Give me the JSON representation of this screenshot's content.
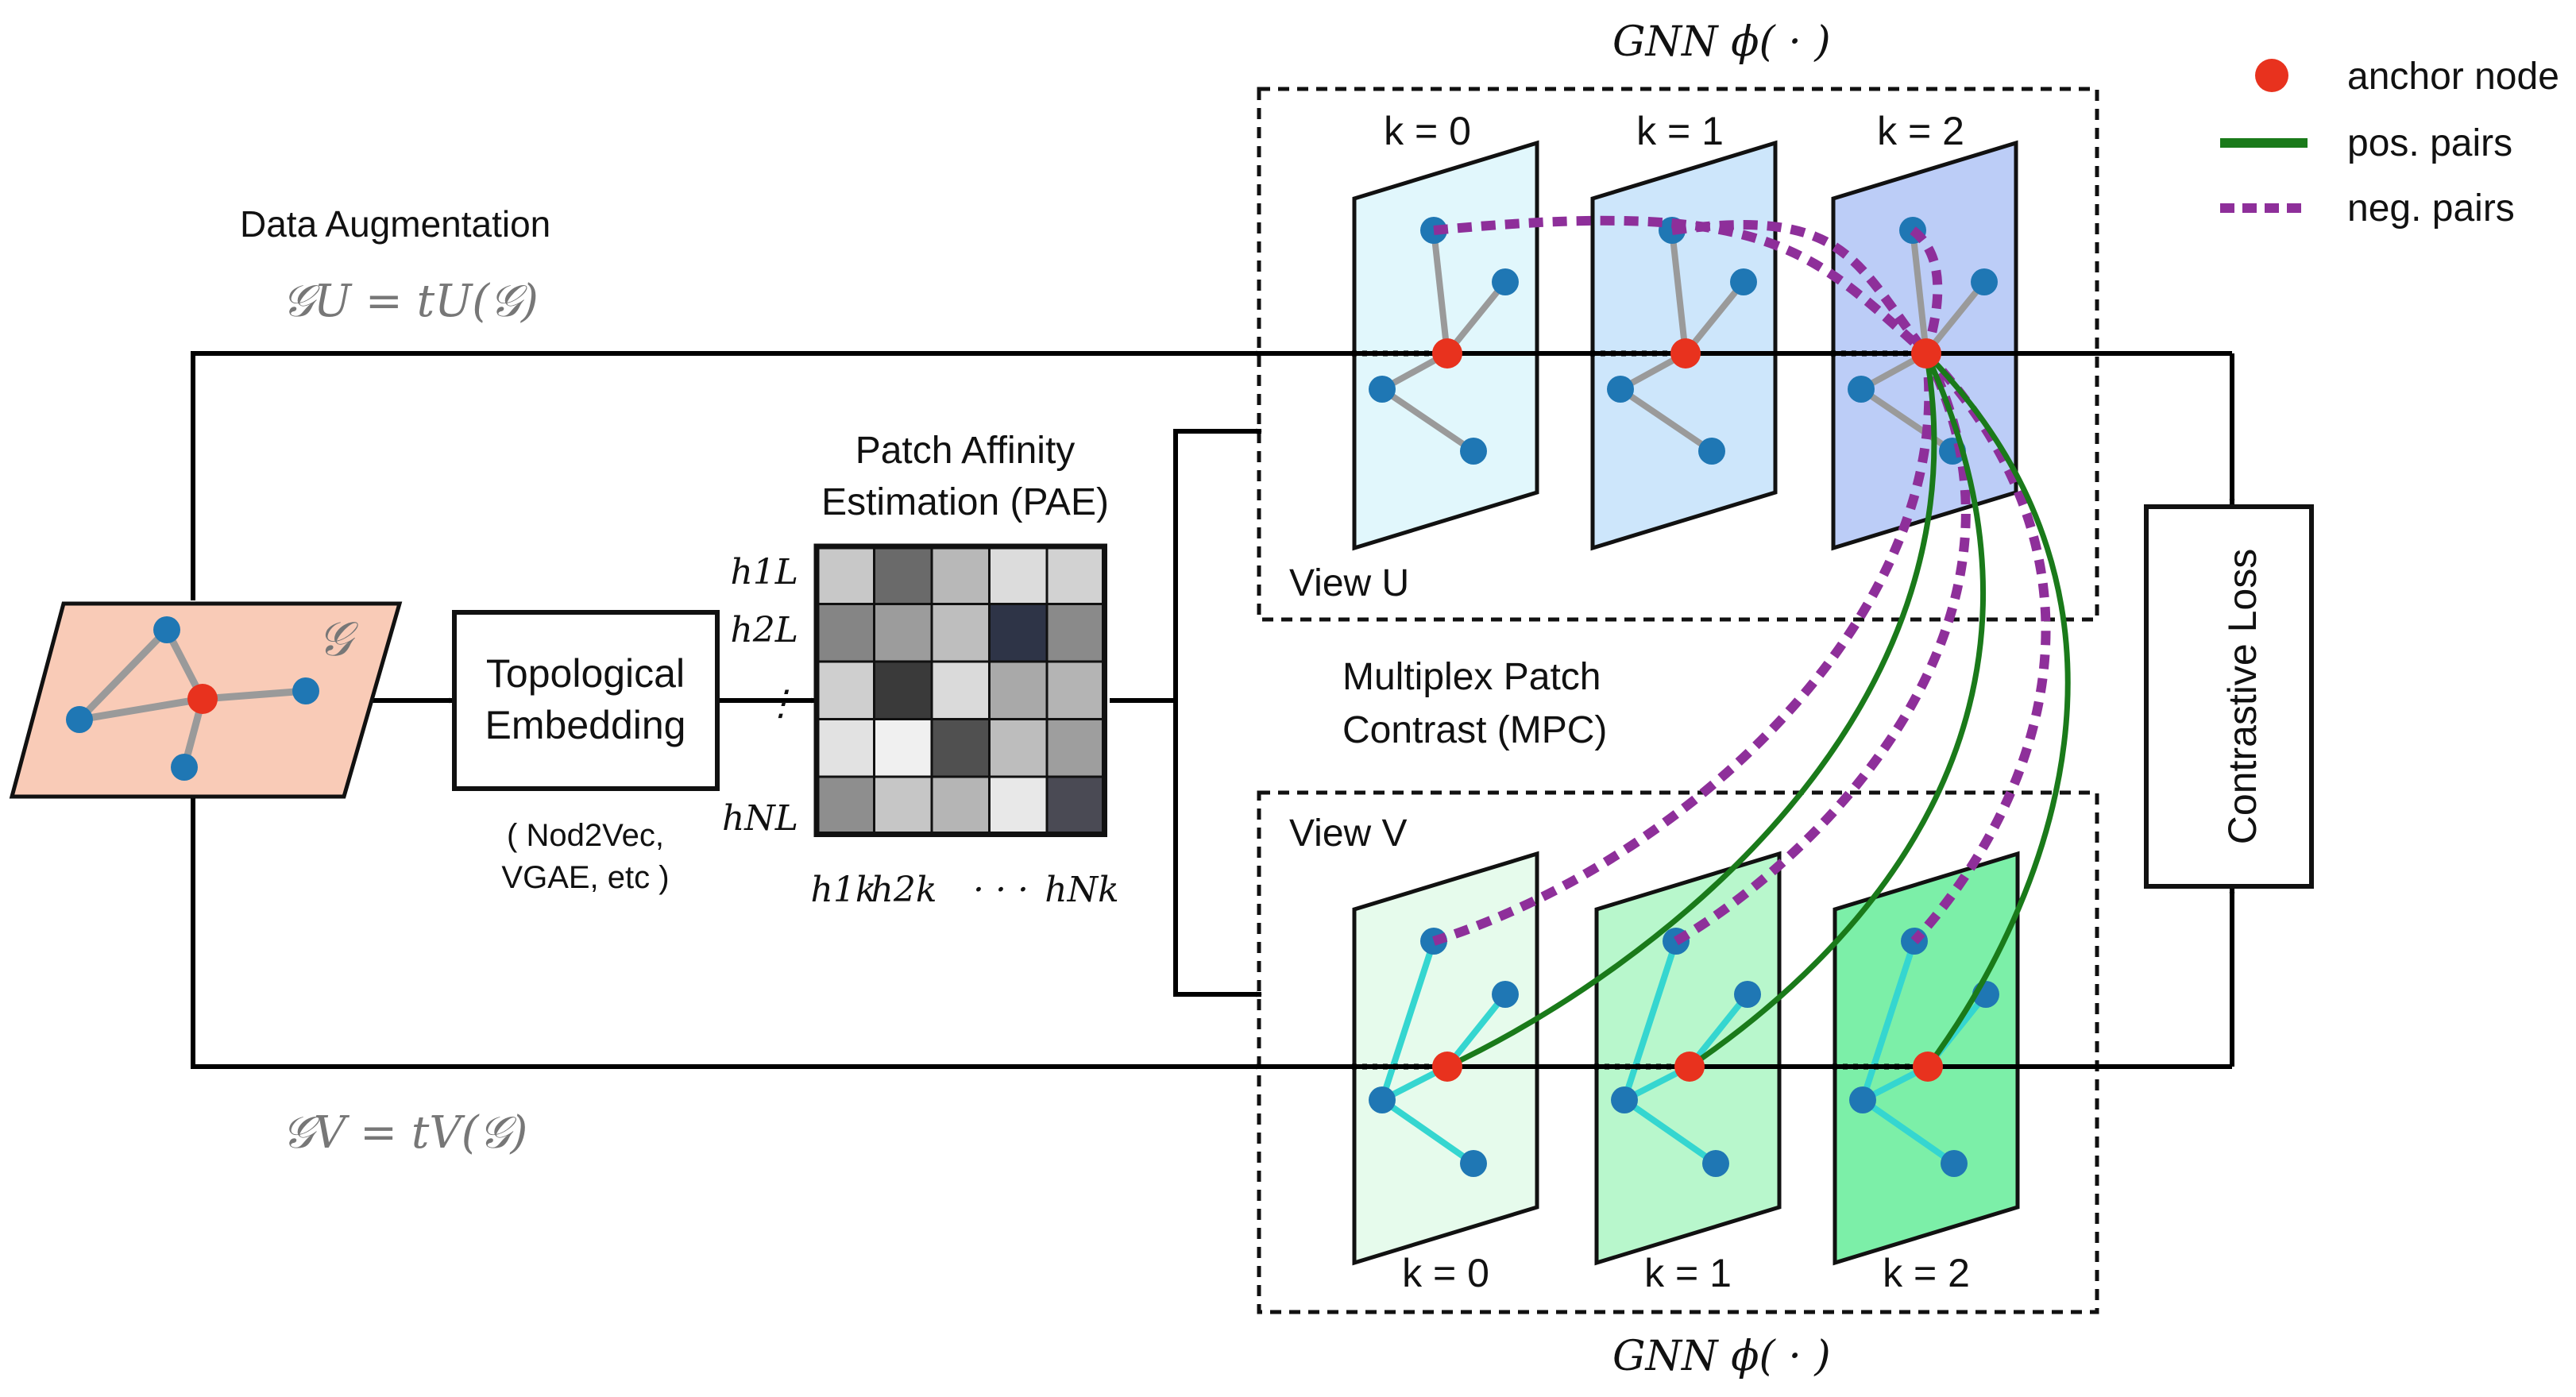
{
  "labels": {
    "data_augmentation": "Data Augmentation",
    "g_u_eq": "𝒢U = tU(𝒢)",
    "g_v_eq": "𝒢V = tV(𝒢)",
    "graph_symbol": "𝒢",
    "topo_line1": "Topological",
    "topo_line2": "Embedding",
    "topo_note_line1": "( Nod2Vec,",
    "topo_note_line2": "VGAE, etc )",
    "pae_line1": "Patch Affinity",
    "pae_line2": "Estimation (PAE)",
    "mpc_line1": "Multiplex Patch",
    "mpc_line2": "Contrast (MPC)",
    "gnn_top": "GNN  ϕ( · )",
    "gnn_bottom": "GNN  ϕ( · )",
    "view_u": "View U",
    "view_v": "View V",
    "contrastive_loss": "Contrastive Loss",
    "k_labels": [
      "k = 0",
      "k = 1",
      "k = 2"
    ]
  },
  "matrix": {
    "row_labels": [
      "h1L",
      "h2L",
      "⋮",
      "hNL"
    ],
    "col_labels": [
      "h1k",
      "h2k",
      "· · ·",
      "hNk"
    ],
    "cells": [
      [
        "#c8c8c8",
        "#6a6a6a",
        "#b8b8b8",
        "#dcdcdc",
        "#d2d2d2"
      ],
      [
        "#858585",
        "#9c9c9c",
        "#bebebe",
        "#2e3447",
        "#8a8a8a"
      ],
      [
        "#cfcfcf",
        "#3a3a3a",
        "#dadada",
        "#a9a9a9",
        "#b4b4b4"
      ],
      [
        "#e2e2e2",
        "#f0f0f0",
        "#505050",
        "#bdbdbd",
        "#9e9e9e"
      ],
      [
        "#8e8e8e",
        "#c6c6c6",
        "#b5b5b5",
        "#e8e8e8",
        "#4a4a54"
      ]
    ]
  },
  "legend": {
    "anchor": "anchor node",
    "pos": "pos. pairs",
    "neg": "neg. pairs"
  },
  "colors": {
    "anchor": "#e8321e",
    "node": "#1f77b4",
    "pos": "#1a7a1a",
    "neg": "#8e2f9a",
    "graph_fill": "#f9cbb7",
    "u_planes": [
      "#e1f7fc",
      "#cde6fb",
      "#bccdf7"
    ],
    "v_planes": [
      "#e6fbec",
      "#b8f7cc",
      "#7cefa8"
    ]
  }
}
